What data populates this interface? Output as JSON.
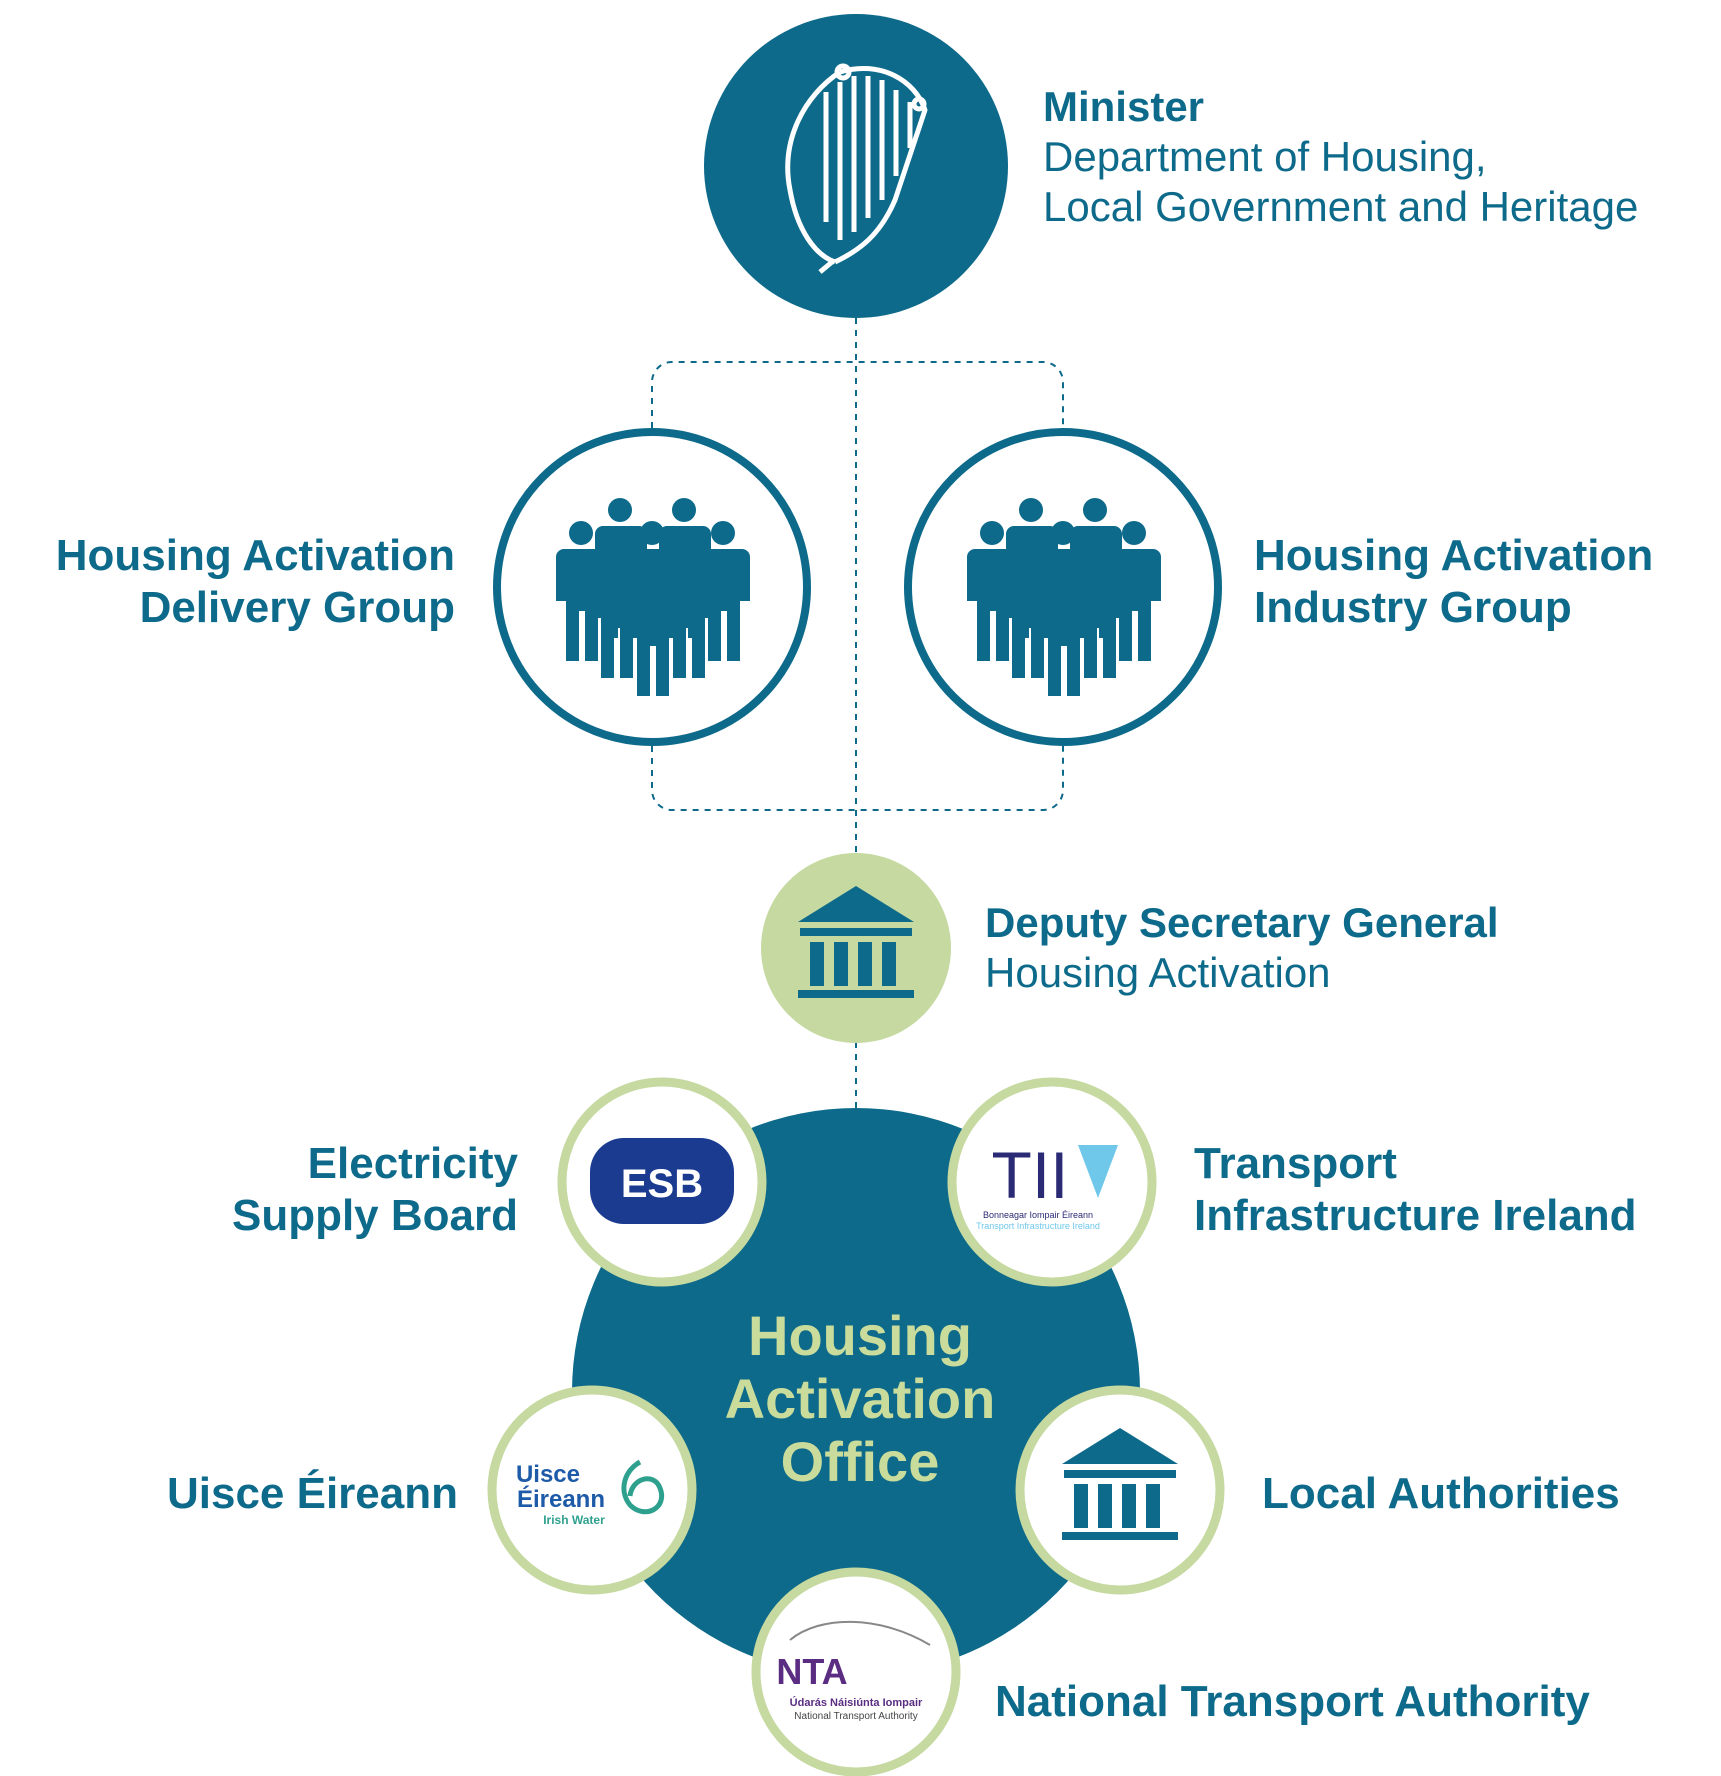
{
  "minister": {
    "title": "Minister",
    "dept_line1": "Department of Housing,",
    "dept_line2": "Local Government and Heritage"
  },
  "delivery_group": {
    "line1": "Housing Activation",
    "line2": "Delivery Group"
  },
  "industry_group": {
    "line1": "Housing Activation",
    "line2": "Industry Group"
  },
  "deputy": {
    "title": "Deputy Secretary General",
    "subtitle": "Housing Activation"
  },
  "office": {
    "line1": "Housing",
    "line2": "Activation",
    "line3": "Office"
  },
  "partners": {
    "esb": {
      "name_line1": "Electricity",
      "name_line2": "Supply Board",
      "logo": "ESB"
    },
    "tii": {
      "name_line1": "Transport",
      "name_line2": "Infrastructure Ireland",
      "logo": "TII",
      "logo_sub1": "Bonneagar Iompair Éireann",
      "logo_sub2": "Transport Infrastructure Ireland"
    },
    "uisce": {
      "name": "Uisce Éireann",
      "logo_line1": "Uisce",
      "logo_line2": "Éireann",
      "logo_line3": "Irish Water"
    },
    "local": {
      "name": "Local Authorities"
    },
    "nta": {
      "name": "National Transport Authority",
      "logo": "NTA",
      "logo_sub1": "Údarás Náisiúnta Iompair",
      "logo_sub2": "National Transport Authority"
    }
  },
  "colors": {
    "teal": "#0d6a8a",
    "light_green": "#c5d9a0",
    "green_text": "#c9dc9c",
    "esb_blue": "#1a3b8f",
    "tii_navy": "#2b2a75",
    "tii_light": "#6fc8ea",
    "uisce_blue": "#1d5aa8",
    "uisce_green": "#2ea08e",
    "nta_purple": "#5a2d82"
  },
  "icons": [
    "harp-icon",
    "people-group-icon",
    "government-building-icon",
    "esb-logo",
    "tii-logo",
    "uisce-eireann-logo",
    "nta-logo"
  ]
}
